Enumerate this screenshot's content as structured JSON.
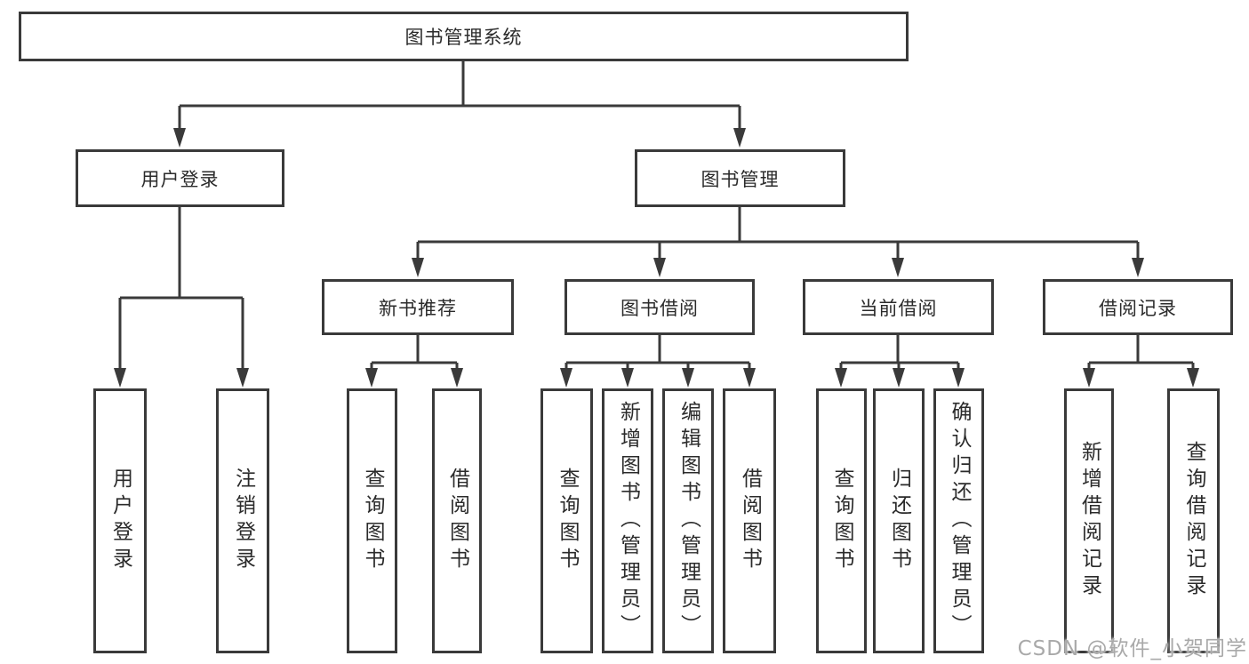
{
  "diagram": {
    "root": {
      "label": "图书管理系统"
    },
    "user_login": {
      "label": "用户登录",
      "children": [
        {
          "label": "用户登录"
        },
        {
          "label": "注销登录"
        }
      ]
    },
    "book_management": {
      "label": "图书管理"
    },
    "new_book_recommend": {
      "label": "新书推荐",
      "children": [
        {
          "label": "查询图书"
        },
        {
          "label": "借阅图书"
        }
      ]
    },
    "book_borrowing": {
      "label": "图书借阅",
      "children": [
        {
          "label": "查询图书"
        },
        {
          "label": "新增图书（管理员）"
        },
        {
          "label": "编辑图书（管理员）"
        },
        {
          "label": "借阅图书"
        }
      ]
    },
    "current_borrowing": {
      "label": "当前借阅",
      "children": [
        {
          "label": "查询图书"
        },
        {
          "label": "归还图书"
        },
        {
          "label": "确认归还（管理员）"
        }
      ]
    },
    "borrowing_records": {
      "label": "借阅记录",
      "children": [
        {
          "label": "新增借阅记录"
        },
        {
          "label": "查询借阅记录"
        }
      ]
    }
  },
  "watermark": {
    "text": "CSDN @软件_小贺同学"
  },
  "colors": {
    "line": "#3a3a3a",
    "text": "#2b2b2b",
    "watermark": "#a9a9a9",
    "background": "#ffffff"
  }
}
